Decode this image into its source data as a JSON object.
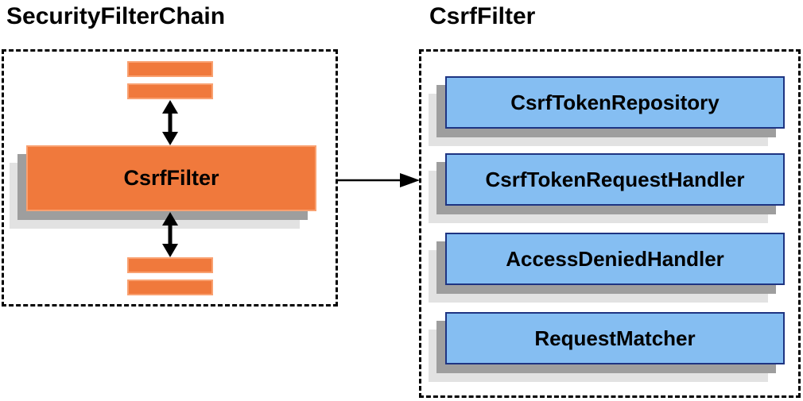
{
  "colors": {
    "orange": "#F0793C",
    "orange_border": "#F9A171",
    "blue": "#85BEF2",
    "blue_border": "#1E3482",
    "shadow_dark": "#9E9E9E",
    "shadow_light": "#E2E2E2",
    "line": "#000000",
    "text": "#000000",
    "bg": "#FFFFFF"
  },
  "left_panel": {
    "title": "SecurityFilterChain",
    "filter_box": {
      "label": "CsrfFilter"
    }
  },
  "right_panel": {
    "title": "CsrfFilter",
    "components": [
      {
        "label": "CsrfTokenRepository"
      },
      {
        "label": "CsrfTokenRequestHandler"
      },
      {
        "label": "AccessDeniedHandler"
      },
      {
        "label": "RequestMatcher"
      }
    ]
  }
}
